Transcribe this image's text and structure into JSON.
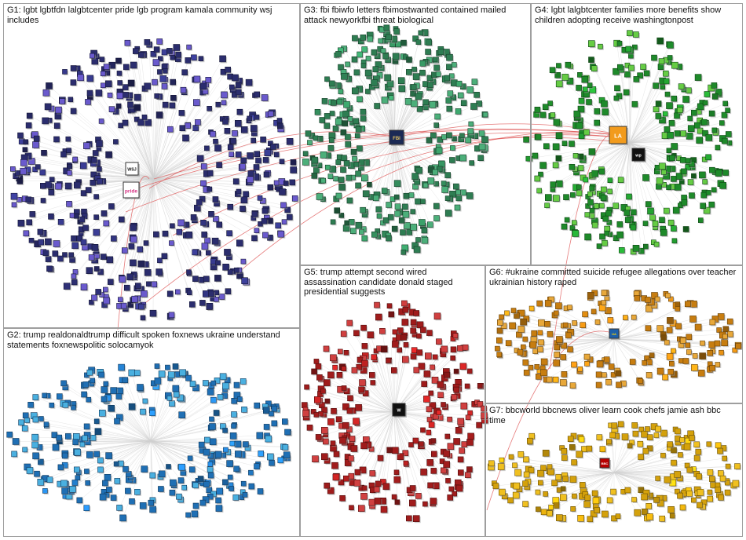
{
  "groups": [
    {
      "id": "g1",
      "label": "G1: lgbt lgbtfdn lalgbtcenter pride lgb program kamala community wsj includes",
      "color": "#2b2d6e",
      "accent": "#6a5acd"
    },
    {
      "id": "g2",
      "label": "G2: trump realdonaldtrump difficult spoken foxnews ukraine understand statements foxnewspolitic solocamyok",
      "color": "#1f6fb4",
      "accent": "#4ab0e0"
    },
    {
      "id": "g3",
      "label": "G3: fbi fbiwfo letters fbimostwanted contained mailed attack newyorkfbi threat biological",
      "color": "#2e7d52",
      "accent": "#4caf7a"
    },
    {
      "id": "g4",
      "label": "G4: lgbt lalgbtcenter families more benefits show children adopting receive washingtonpost",
      "color": "#1e8a2a",
      "accent": "#66cc44"
    },
    {
      "id": "g5",
      "label": "G5: trump attempt second wired assassination candidate donald staged presidential suggests",
      "color": "#a01c1c",
      "accent": "#d04040"
    },
    {
      "id": "g6",
      "label": "G6: #ukraine committed suicide refugee allegations over teacher ukrainian history raped",
      "color": "#c77d10",
      "accent": "#e8a83a"
    },
    {
      "id": "g7",
      "label": "G7: bbcworld bbcnews oliver learn cook chefs jamie ash bbc time",
      "color": "#d4a10c",
      "accent": "#f0c020"
    }
  ],
  "colors": {
    "edge": "#d0d0d0",
    "bridge_edge": "#e05a5a",
    "panel_border": "#9e9e9e"
  },
  "hubs": [
    {
      "group": "g1",
      "name": "wsj-hub-icon",
      "text": "WSJ",
      "bg": "#ffffff",
      "fg": "#111111"
    },
    {
      "group": "g1",
      "name": "pride-hub-icon",
      "text": "pride",
      "bg": "#ffffff",
      "fg": "#d63384"
    },
    {
      "group": "g3",
      "name": "fbi-seal-icon",
      "text": "FBI",
      "bg": "#1b2a55",
      "fg": "#e0c060"
    },
    {
      "group": "g4",
      "name": "lalgbtcenter-hub-icon",
      "text": "LA",
      "bg": "#f29b1d",
      "fg": "#ffffff"
    },
    {
      "group": "g4",
      "name": "washingtonpost-hub-icon",
      "text": "wp",
      "bg": "#111111",
      "fg": "#ffffff"
    },
    {
      "group": "g5",
      "name": "wired-hub-icon",
      "text": "W",
      "bg": "#111111",
      "fg": "#ffffff"
    },
    {
      "group": "g6",
      "name": "ukraine-hub-icon",
      "text": "UA",
      "bg": "#1e5fa8",
      "fg": "#ffd700"
    },
    {
      "group": "g7",
      "name": "bbc-hub-icon",
      "text": "BBC",
      "bg": "#b80000",
      "fg": "#ffffff"
    }
  ]
}
